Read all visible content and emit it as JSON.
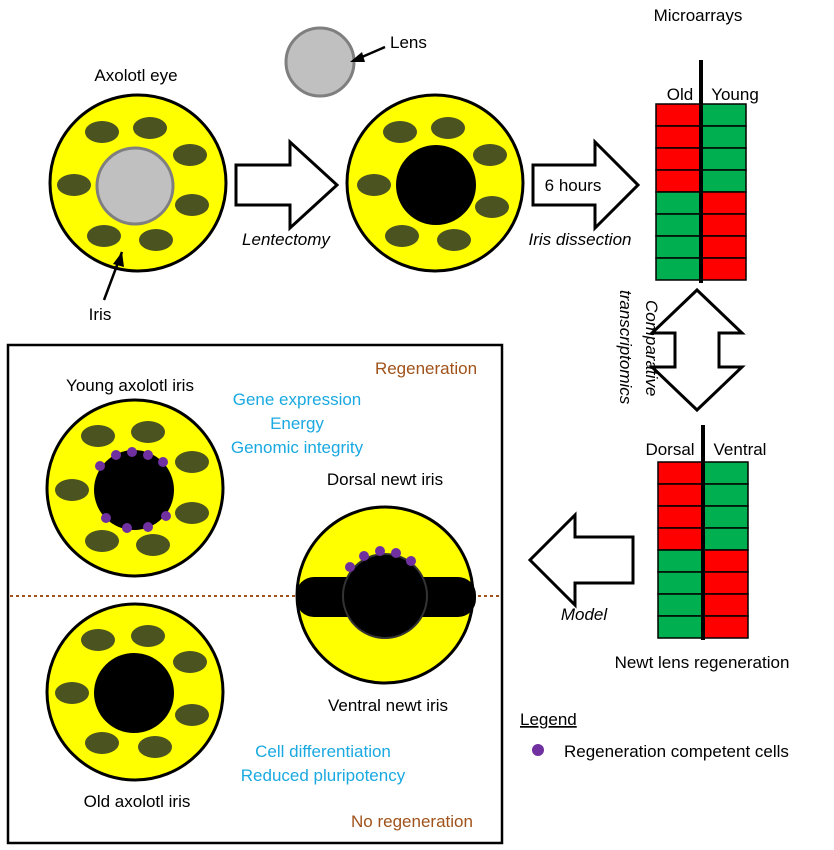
{
  "colors": {
    "eye_yellow": "#ffff00",
    "iris_spot": "#4b5320",
    "lens_gray": "#c0c0c0",
    "pupil_black": "#000000",
    "array_red": "#ff0000",
    "array_green": "#00b050",
    "cell_purple": "#7030a0",
    "text_blue": "#1aa9e0",
    "text_brown": "#a0521a"
  },
  "top": {
    "axolotl_eye": "Axolotl eye",
    "lens": "Lens",
    "iris": "Iris",
    "lentectomy": "Lentectomy",
    "six_hours": "6 hours",
    "iris_dissection": "Iris dissection",
    "microarrays": "Microarrays",
    "old": "Old",
    "young": "Young",
    "comparative_1": "Comparative",
    "comparative_2": "transcriptomics",
    "dorsal": "Dorsal",
    "ventral": "Ventral",
    "model": "Model",
    "newt_lens_regeneration": "Newt lens regeneration"
  },
  "microarray_top": {
    "left": [
      "red",
      "red",
      "red",
      "red",
      "green",
      "green",
      "green",
      "green"
    ],
    "right": [
      "green",
      "green",
      "green",
      "green",
      "red",
      "red",
      "red",
      "red"
    ]
  },
  "microarray_bottom": {
    "left": [
      "red",
      "red",
      "red",
      "red",
      "green",
      "green",
      "green",
      "green"
    ],
    "right": [
      "green",
      "green",
      "green",
      "green",
      "red",
      "red",
      "red",
      "red"
    ]
  },
  "box": {
    "regeneration": "Regeneration",
    "young_axolotl_iris": "Young axolotl iris",
    "gene_expression": "Gene expression",
    "energy": "Energy",
    "genomic_integrity": "Genomic integrity",
    "dorsal_newt_iris": "Dorsal newt iris",
    "ventral_newt_iris": "Ventral newt iris",
    "old_axolotl_iris": "Old axolotl iris",
    "cell_differentiation": "Cell differentiation",
    "reduced_pluripotency": "Reduced pluripotency",
    "no_regeneration": "No regeneration"
  },
  "legend": {
    "title": "Legend",
    "item": "Regeneration competent cells"
  }
}
